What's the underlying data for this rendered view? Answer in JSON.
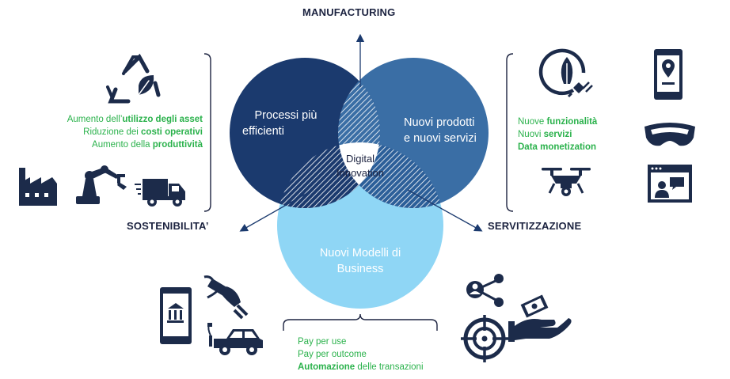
{
  "axes": {
    "top": "MANUFACTURING",
    "left": "SOSTENIBILITA’",
    "right": "SERVITIZZAZIONE"
  },
  "circles": {
    "left": {
      "line1": "Processi più",
      "line2": "efficienti"
    },
    "right": {
      "line1": "Nuovi prodotti",
      "line2": "e nuovi servizi"
    },
    "bottom": {
      "line1": "Nuovi Modelli di",
      "line2": "Business"
    },
    "center": {
      "line1": "Digital",
      "line2": "Innovation"
    }
  },
  "left_list": [
    {
      "pre": "Aumento dell’",
      "bold": "utilizzo degli asset",
      "post": ""
    },
    {
      "pre": "Riduzione dei ",
      "bold": "costi operativi",
      "post": ""
    },
    {
      "pre": "Aumento della ",
      "bold": "produttività",
      "post": ""
    }
  ],
  "right_list": [
    {
      "pre": "Nuove ",
      "bold": "funzionalità",
      "post": ""
    },
    {
      "pre": "Nuovi ",
      "bold": "servizi",
      "post": ""
    },
    {
      "pre": "",
      "bold": "Data monetization",
      "post": ""
    }
  ],
  "bottom_list": [
    {
      "pre": "Pay per use",
      "bold": "",
      "post": ""
    },
    {
      "pre": "Pay per outcome",
      "bold": "",
      "post": ""
    },
    {
      "pre": "",
      "bold": "Automazione",
      "post": " delle transazioni"
    }
  ],
  "colors": {
    "dark_blue": "#1b3a6e",
    "mid_blue": "#3a6ea5",
    "light_blue": "#8fd6f5",
    "icon": "#1c2b4a",
    "green": "#2bb24c"
  },
  "icons": {
    "left": [
      "recycle-leaf-icon",
      "factory-icon",
      "robot-arm-icon",
      "truck-icon"
    ],
    "right": [
      "plug-leaf-icon",
      "drone-icon",
      "phone-location-icon",
      "vr-headset-icon",
      "video-chat-icon"
    ],
    "bottom_left": [
      "phone-bank-icon",
      "plug-icon",
      "electric-car-icon"
    ],
    "bottom_right": [
      "share-icon",
      "target-icon",
      "hand-money-icon"
    ]
  }
}
